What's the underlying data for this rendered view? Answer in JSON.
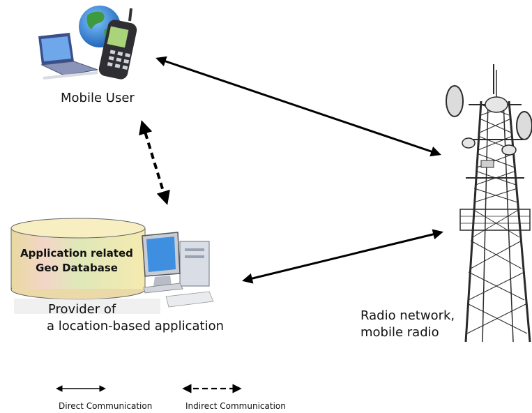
{
  "nodes": {
    "mobile_user": "Mobile User",
    "provider_line1": "Provider of",
    "provider_line2": "a location-based application",
    "radio_line1": "Radio network,",
    "radio_line2": "mobile radio",
    "database_line1": "Application related",
    "database_line2": "Geo Database"
  },
  "legend": {
    "direct": "Direct Communication",
    "indirect": "Indirect Communication"
  },
  "edges": [
    {
      "from": "mobile_user",
      "to": "radio_network",
      "style": "solid"
    },
    {
      "from": "provider",
      "to": "radio_network",
      "style": "solid"
    },
    {
      "from": "mobile_user",
      "to": "provider",
      "style": "dashed"
    }
  ],
  "icons": [
    "globe-icon",
    "laptop-icon",
    "mobile-phone-icon",
    "database-icon",
    "desktop-computer-icon",
    "radio-tower-icon"
  ]
}
